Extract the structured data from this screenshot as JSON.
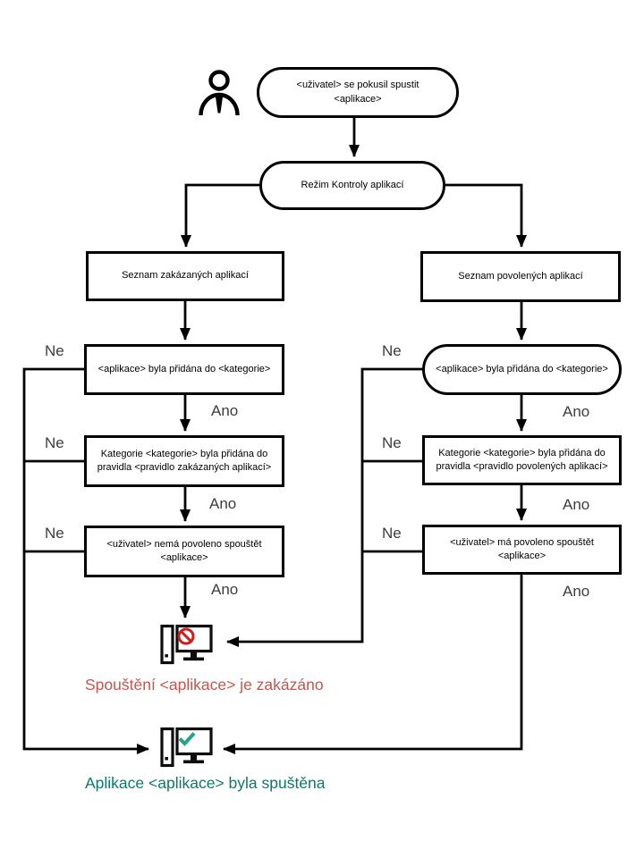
{
  "diagram": {
    "title_hint": "Application Control flowchart",
    "nodes": {
      "start": "<uživatel> se pokusil spustit\n<aplikace>",
      "mode": "Režim Kontroly aplikací",
      "deny_list": "Seznam zakázaných aplikací",
      "allow_list": "Seznam povolených aplikací",
      "deny_category": "<aplikace> byla přidána do <kategorie>",
      "allow_category": "<aplikace> byla přidána do <kategorie>",
      "deny_rule": "Kategorie <kategorie> byla přidána do\npravidla <pravidlo zakázaných aplikací>",
      "allow_rule": "Kategorie <kategorie> byla přidána do\npravidla <pravidlo povolených aplikací>",
      "deny_user": "<uživatel> nemá povoleno spouštět\n<aplikace>",
      "allow_user": "<uživatel> má povoleno spouštět\n<aplikace>"
    },
    "labels": {
      "yes": "Ano",
      "no": "Ne"
    },
    "results": {
      "blocked": "Spouštění <aplikace> je zakázáno",
      "started": "Aplikace <aplikace> byla spuštěna"
    },
    "icons": {
      "user": "user-icon",
      "blocked": "computer-blocked-icon",
      "started": "computer-started-icon"
    },
    "colors": {
      "blocked_text": "#c9554e",
      "started_text": "#0c7a6b",
      "prohibit_icon": "#cf1d1d",
      "check_icon": "#22a38c",
      "line": "#000000"
    }
  }
}
